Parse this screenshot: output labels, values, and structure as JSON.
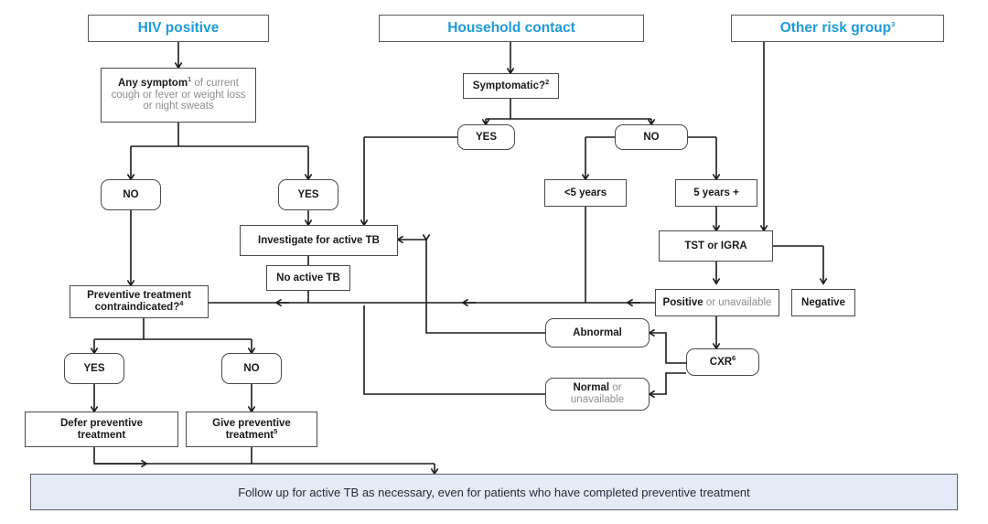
{
  "title": "TB preventive treatment algorithm",
  "colors": {
    "header_text": "#1f9bd8",
    "box_border": "#4a4a4a",
    "banner_bg": "#e4eaf6",
    "banner_border": "#5c6270",
    "muted_text": "#8e8e8e",
    "line": "#1a1a1a"
  },
  "headers": [
    {
      "id": "hiv-positive",
      "label": "HIV positive",
      "sup": ""
    },
    {
      "id": "household-contact",
      "label": "Household contact",
      "sup": ""
    },
    {
      "id": "other-risk-group",
      "label": "Other risk group",
      "sup": "3"
    }
  ],
  "nodes": {
    "any_symptom": {
      "line1_bold": "Any symptom",
      "line1_sup": "1",
      "line1_rest": " of current",
      "line2": "cough or fever or weight loss",
      "line3": "or night sweats"
    },
    "symptomatic": {
      "label": "Symptomatic?",
      "sup": "2"
    },
    "yes_symptomatic": {
      "label": "YES"
    },
    "no_symptomatic": {
      "label": "NO"
    },
    "no_hiv": {
      "label": "NO"
    },
    "yes_hiv": {
      "label": "YES"
    },
    "under5": {
      "label": "<5 years"
    },
    "over5": {
      "label": "5 years +"
    },
    "tst_igra": {
      "label": "TST or IGRA"
    },
    "positive": {
      "bold": "Positive",
      "rest": " or unavailable"
    },
    "negative": {
      "label": "Negative"
    },
    "cxr": {
      "label": "CXR",
      "sup": "6"
    },
    "abnormal": {
      "label": "Abnormal"
    },
    "normal": {
      "bold": "Normal",
      "rest": " or",
      "line2": "unavailable"
    },
    "investigate": {
      "label": "Investigate for active TB"
    },
    "no_active_tb": {
      "label": "No active TB"
    },
    "contraindicated": {
      "line1": "Preventive treatment",
      "line2": "contraindicated?",
      "sup": "4"
    },
    "yes_contra": {
      "label": "YES"
    },
    "no_contra": {
      "label": "NO"
    },
    "defer": {
      "line1": "Defer preventive",
      "line2": "treatment"
    },
    "give": {
      "line1": "Give preventive",
      "line2": "treatment",
      "sup": "5"
    }
  },
  "banner": {
    "text": "Follow up for active TB as necessary, even for patients who have completed preventive treatment"
  }
}
